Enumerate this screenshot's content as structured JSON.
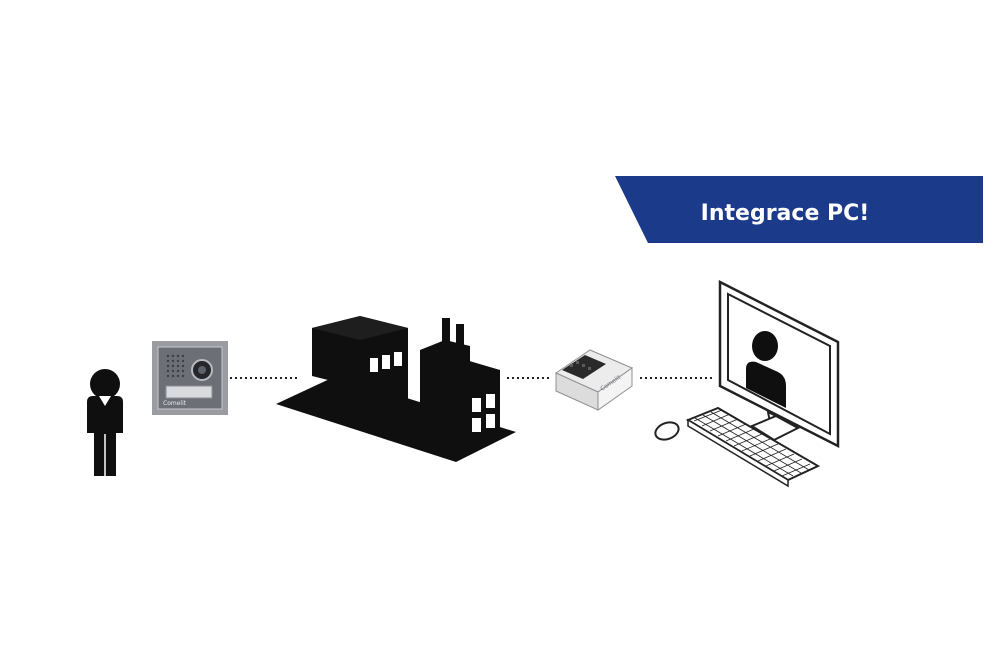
{
  "banner": {
    "label": "Integrace PC!",
    "background_color": "#1b3a8a",
    "text_color": "#ffffff"
  },
  "nodes": [
    {
      "id": "visitor",
      "icon": "person-icon"
    },
    {
      "id": "door-station",
      "icon": "intercom-panel-icon"
    },
    {
      "id": "building",
      "icon": "factory-building-icon"
    },
    {
      "id": "usb-adapter",
      "icon": "usb-dongle-icon"
    },
    {
      "id": "pc",
      "icon": "desktop-computer-icon"
    }
  ],
  "branding": {
    "panel_logo": "Comelit",
    "dongle_logo": "Comelit"
  },
  "colors": {
    "silhouette": "#0f0f0f",
    "connector": "#222222",
    "panel_frame": "#9a9ca2",
    "panel_face": "#6c6f75"
  }
}
